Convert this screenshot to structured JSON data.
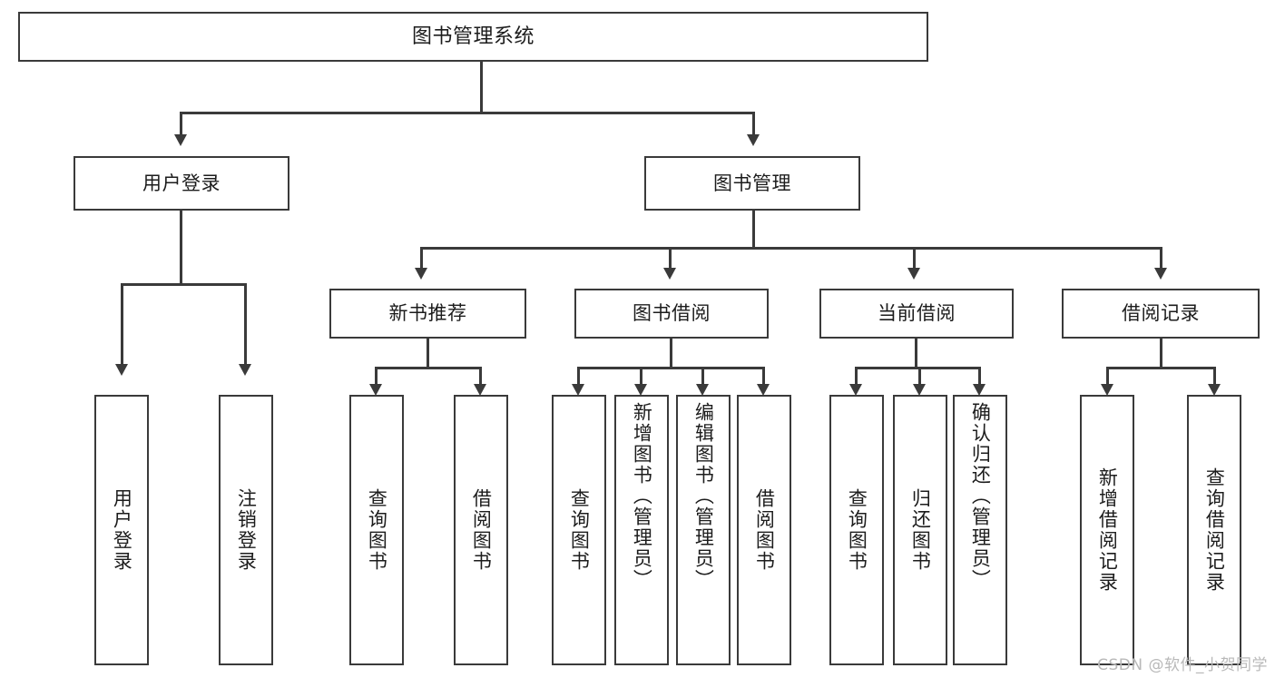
{
  "diagram": {
    "title": "图书管理系统",
    "watermark": "CSDN @软件_小贺同学",
    "colors": {
      "stroke": "#3a3a3a",
      "text": "#1c1c1c",
      "background": "#ffffff",
      "watermark": "#b9b9b9"
    },
    "nodes": {
      "root": "图书管理系统",
      "user_login": "用户登录",
      "book_manage": "图书管理",
      "new_book_rec": "新书推荐",
      "book_borrow": "图书借阅",
      "current_borrow": "当前借阅",
      "borrow_record": "借阅记录",
      "leaf_user_login": "用户登录",
      "leaf_logout": "注销登录",
      "leaf_query_book_1": "查询图书",
      "leaf_borrow_book_1": "借阅图书",
      "leaf_query_book_2": "查询图书",
      "leaf_add_book": "新增图书（管理员）",
      "leaf_edit_book": "编辑图书（管理员）",
      "leaf_borrow_book_2": "借阅图书",
      "leaf_query_book_3": "查询图书",
      "leaf_return_book": "归还图书",
      "leaf_confirm_return": "确认归还（管理员）",
      "leaf_add_record": "新增借阅记录",
      "leaf_query_record": "查询借阅记录"
    }
  }
}
